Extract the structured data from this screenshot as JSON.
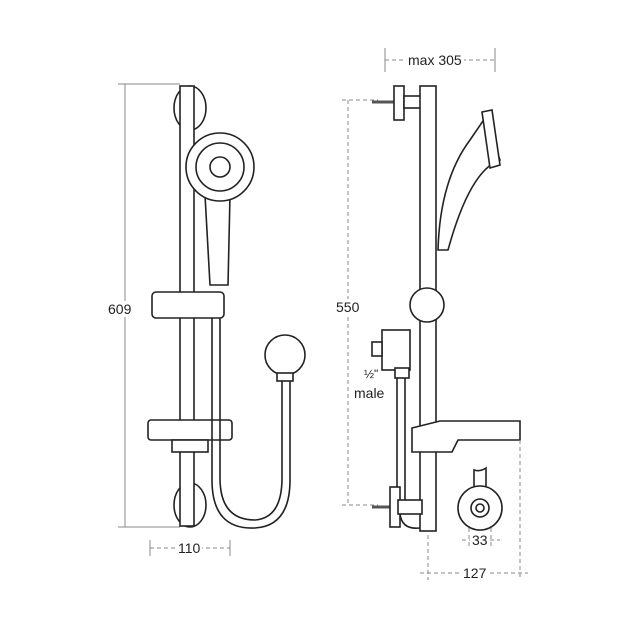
{
  "dimensions": {
    "height_left": "609",
    "width_left": "110",
    "max_projection": "max 305",
    "bracket_spacing": "550",
    "outlet_thread_fraction": "½\"",
    "outlet_thread_type": "male",
    "holder_diameter": "33",
    "dish_depth": "127"
  }
}
